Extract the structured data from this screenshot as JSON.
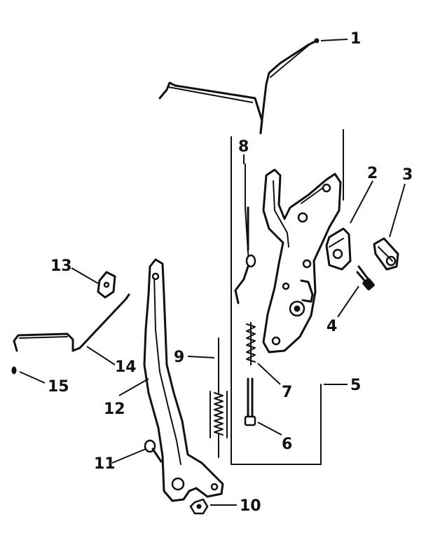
{
  "diagram": {
    "callouts": [
      {
        "id": "callout-1",
        "label": "1"
      },
      {
        "id": "callout-2",
        "label": "2"
      },
      {
        "id": "callout-3",
        "label": "3"
      },
      {
        "id": "callout-4",
        "label": "4"
      },
      {
        "id": "callout-5",
        "label": "5"
      },
      {
        "id": "callout-6",
        "label": "6"
      },
      {
        "id": "callout-7",
        "label": "7"
      },
      {
        "id": "callout-8",
        "label": "8"
      },
      {
        "id": "callout-9",
        "label": "9"
      },
      {
        "id": "callout-10",
        "label": "10"
      },
      {
        "id": "callout-11",
        "label": "11"
      },
      {
        "id": "callout-12",
        "label": "12"
      },
      {
        "id": "callout-13",
        "label": "13"
      },
      {
        "id": "callout-14",
        "label": "14"
      },
      {
        "id": "callout-15",
        "label": "15"
      }
    ]
  }
}
